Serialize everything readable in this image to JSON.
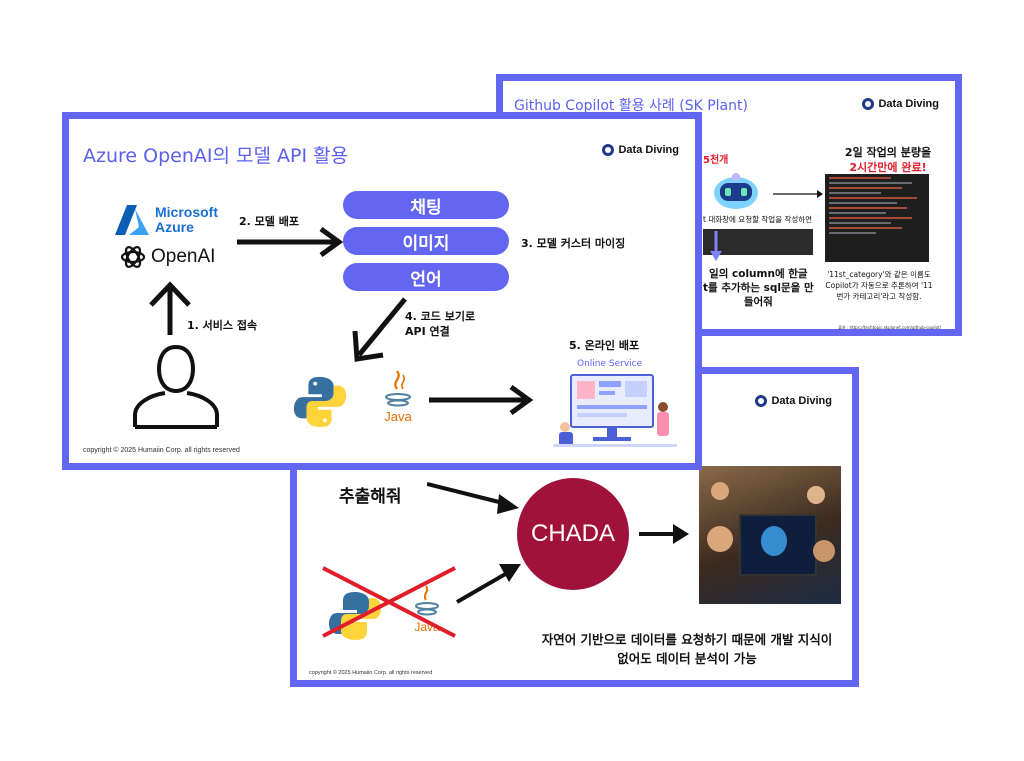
{
  "slide_back_top": {
    "title": "Github Copilot 활용 사례 (SK Plant)",
    "logo": "Data Diving",
    "partial_top": "5천개",
    "prompt_caption": "t 대화창에 요청할 작업을 작성하면",
    "left_desc": "일의 column에 한글\nt를 추가하는 sql문을 만\n들어줘",
    "right_title_line1": "2일 작업의 분량을",
    "right_title_line2": "2시간만에 완료!",
    "right_desc": "'11st_category'와 같은 이름도\nCopilot가 자동으로 추론하여 '11\n번가 카테고리'라고 작성함.",
    "source": "출처 : https://techtopic.skplanet.com/github-copilot/"
  },
  "slide_back_bottom": {
    "logo": "Data Diving",
    "partial_text": "추출해줘",
    "chada_label": "CHADA",
    "java_label": "Java",
    "description": "자연어 기반으로 데이터를 요청하기 때문에 개발 지식이\n없어도 데이터 분석이 가능",
    "copyright": "copyright © 2025 Humaiin Corp. all rights reserved"
  },
  "slide_front": {
    "title": "Azure OpenAI의 모델 API 활용",
    "logo": "Data Diving",
    "microsoft_label": "Microsoft",
    "azure_label": "Azure",
    "openai_label": "OpenAI",
    "step1": "1. 서비스 접속",
    "step2": "2. 모델 배포",
    "step3": "3. 모델 커스터 마이징",
    "step4": "4. 코드 보기로\nAPI 연결",
    "step5": "5. 온라인 배포",
    "pills": [
      "채팅",
      "이미지",
      "언어"
    ],
    "java_label": "Java",
    "online_service_label": "Online Service",
    "copyright": "copyright © 2025 Humaiin Corp. all rights reserved"
  },
  "colors": {
    "frame": "#6366f1",
    "accent_red": "#e11d2a",
    "chada": "#a0123a",
    "python_blue": "#3670a0",
    "python_yellow": "#ffd43b"
  }
}
